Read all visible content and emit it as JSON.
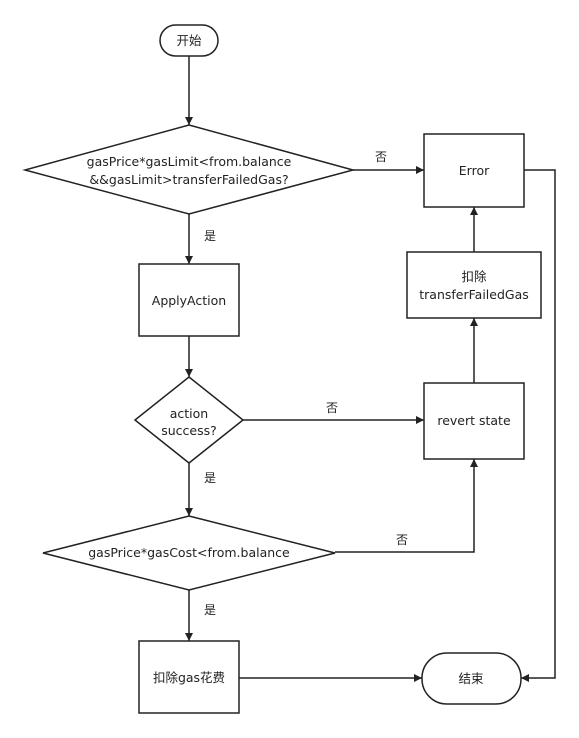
{
  "nodes": {
    "start": "开始",
    "check_gas_limit": [
      "gasPrice*gasLimit<from.balance",
      "&&gasLimit>transferFailedGas?"
    ],
    "error": "Error",
    "apply_action": "ApplyAction",
    "deduct_transfer_failed": [
      "扣除",
      "transferFailedGas"
    ],
    "action_success": [
      "action",
      "success?"
    ],
    "revert_state": "revert state",
    "check_gas_cost": "gasPrice*gasCost<from.balance",
    "deduct_gas_fee": "扣除gas花费",
    "end": "结束"
  },
  "edge_labels": {
    "check_limit_no": "否",
    "check_limit_yes": "是",
    "success_no": "否",
    "success_yes": "是",
    "cost_no": "否",
    "cost_yes": "是"
  }
}
